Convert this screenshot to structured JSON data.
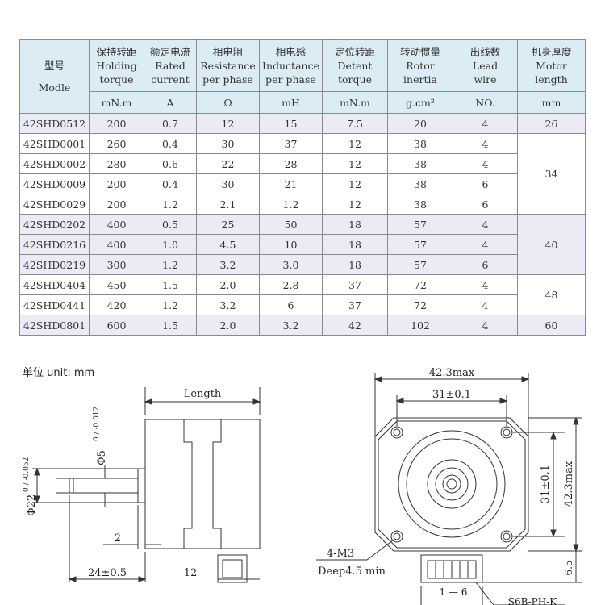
{
  "table": {
    "headers": [
      {
        "cn": "型号",
        "en1": "Modle",
        "en2": ""
      },
      {
        "cn": "保持转距",
        "en1": "Holding",
        "en2": "torque"
      },
      {
        "cn": "额定电流",
        "en1": "Rated",
        "en2": "current"
      },
      {
        "cn": "相电阻",
        "en1": "Resistance",
        "en2": "per phase"
      },
      {
        "cn": "相电感",
        "en1": "Inductance",
        "en2": "per phase"
      },
      {
        "cn": "定位转距",
        "en1": "Detent",
        "en2": "torque"
      },
      {
        "cn": "转动惯量",
        "en1": "Rotor",
        "en2": "inertia"
      },
      {
        "cn": "出线数",
        "en1": "Lead",
        "en2": "wire"
      },
      {
        "cn": "机身厚度",
        "en1": "Motor",
        "en2": "length"
      }
    ],
    "units": [
      "mN.m",
      "A",
      "Ω",
      "mH",
      "mN.m",
      "g.cm²",
      "NO."
    ],
    "length_unit": "mm",
    "rows": [
      [
        "42SHD0512",
        "200",
        "0.7",
        "12",
        "15",
        "7.5",
        "20",
        "4"
      ],
      [
        "42SHD0001",
        "260",
        "0.4",
        "30",
        "37",
        "12",
        "38",
        "4"
      ],
      [
        "42SHD0002",
        "280",
        "0.6",
        "22",
        "28",
        "12",
        "38",
        "4"
      ],
      [
        "42SHD0009",
        "200",
        "0.4",
        "30",
        "21",
        "12",
        "38",
        "6"
      ],
      [
        "42SHD0029",
        "200",
        "1.2",
        "2.1",
        "1.2",
        "12",
        "38",
        "6"
      ],
      [
        "42SHD0202",
        "400",
        "0.5",
        "25",
        "50",
        "18",
        "57",
        "4"
      ],
      [
        "42SHD0216",
        "400",
        "1.0",
        "4.5",
        "10",
        "18",
        "57",
        "4"
      ],
      [
        "42SHD0219",
        "300",
        "1.2",
        "3.2",
        "3.0",
        "18",
        "57",
        "6"
      ],
      [
        "42SHD0404",
        "450",
        "1.5",
        "2.0",
        "2.8",
        "37",
        "72",
        "4"
      ],
      [
        "42SHD0441",
        "420",
        "1.2",
        "3.2",
        "6",
        "37",
        "72",
        "4"
      ],
      [
        "42SHD0801",
        "600",
        "1.5",
        "2.0",
        "3.2",
        "42",
        "102",
        "4"
      ]
    ],
    "lengths": [
      {
        "value": "26",
        "rows": 1
      },
      {
        "value": "34",
        "rows": 4
      },
      {
        "value": "40",
        "rows": 3
      },
      {
        "value": "48",
        "rows": 2
      },
      {
        "value": "60",
        "rows": 1
      }
    ]
  },
  "drawing": {
    "unit_label": "单位 unit: mm",
    "length_label": "Length",
    "shaft_dia": "Φ5",
    "shaft_tol": "0 / -0.012",
    "boss_dia": "Φ22",
    "boss_tol": "0 / -0.052",
    "boss_height": "2",
    "shaft_length": "24±0.5",
    "connector_depth": "12",
    "width_max": "42.3max",
    "hole_spacing_h": "31±0.1",
    "hole_spacing_v": "31±0.1",
    "height_max": "42.3max",
    "screw_spec": "4-M3",
    "screw_depth": "Deep4.5 min",
    "conn_offset": "6.5",
    "pin_label": "1 — 6",
    "connector_label": "S6B-PH-K"
  }
}
